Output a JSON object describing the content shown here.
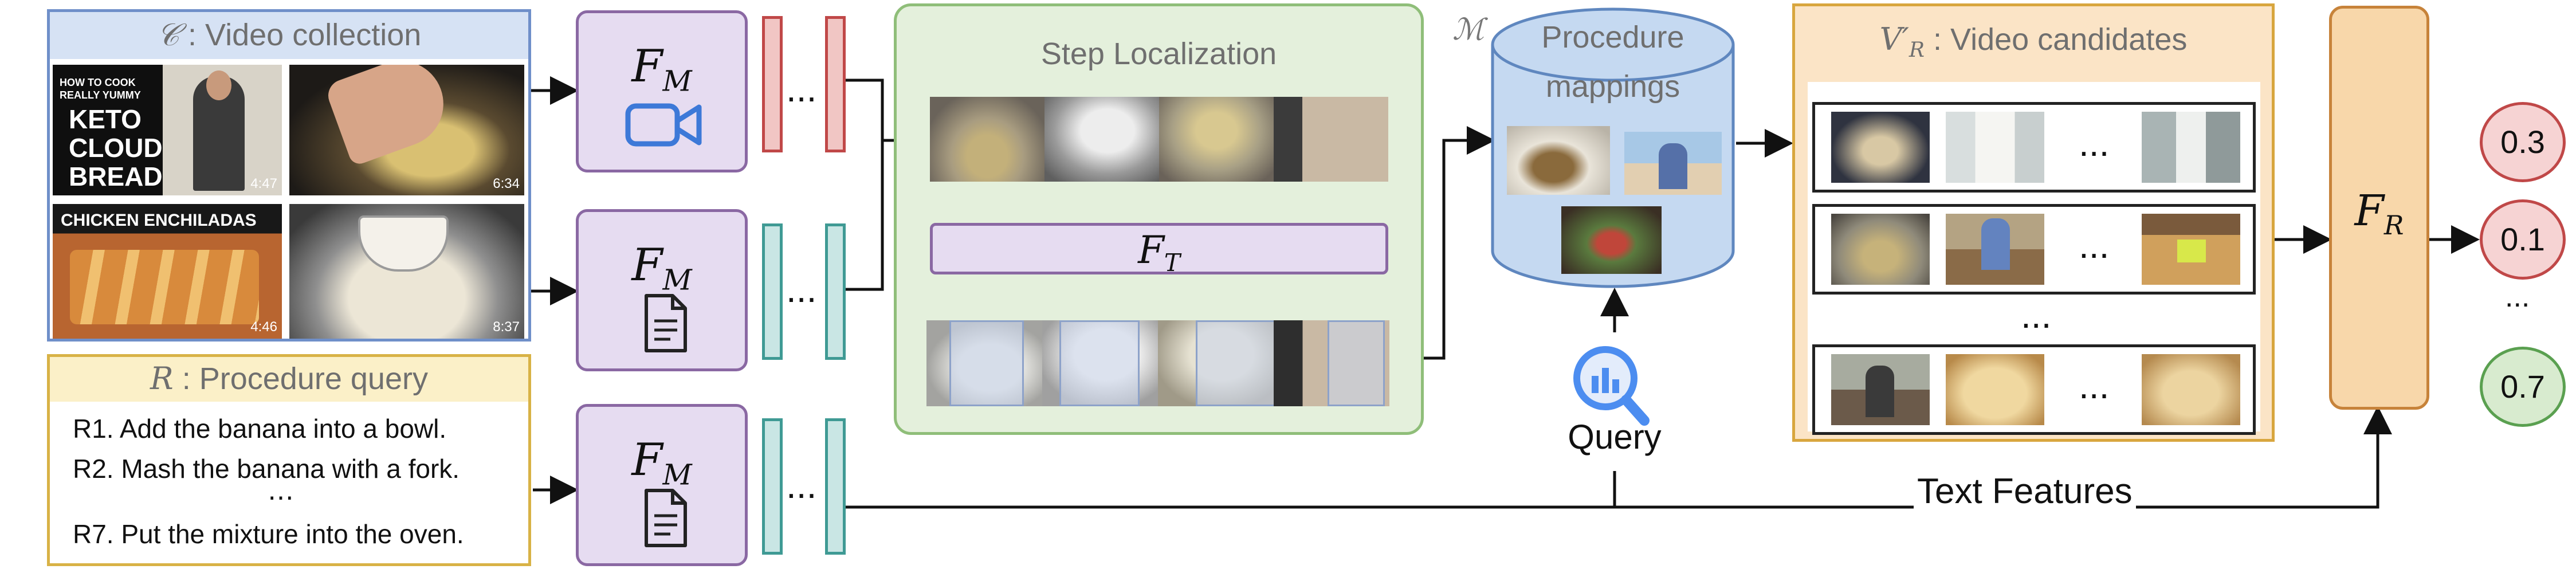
{
  "video_collection": {
    "symbol": "𝒞",
    "label": " :  Video collection",
    "thumbnails": [
      {
        "lines": [
          "HOW TO COOK",
          "REALLY YUMMY"
        ],
        "big_lines": [
          "KETO",
          "CLOUD",
          "BREAD"
        ],
        "time": "4:47"
      },
      {
        "time": "6:34"
      },
      {
        "caption": "CHICKEN ENCHILADAS",
        "time": "4:46"
      },
      {
        "time": "8:37"
      }
    ]
  },
  "procedure_query": {
    "symbol": "R",
    "label": " :  Procedure query",
    "steps": [
      "R1. Add the banana into a bowl.",
      "R2. Mash the banana with a fork.",
      "⋯",
      "R7. Put the mixture into the oven."
    ]
  },
  "encoders": {
    "fm_symbol": "F",
    "fm_sub": "M",
    "ft_symbol": "F",
    "ft_sub": "T",
    "fr_symbol": "F",
    "fr_sub": "R",
    "ellipsis": "..."
  },
  "step_localization": {
    "title": "Step Localization"
  },
  "procedure_mappings": {
    "symbol": "ℳ",
    "title_line1": "Procedure",
    "title_line2": "mappings"
  },
  "query_label": "Query",
  "video_candidates": {
    "symbol": "V′",
    "sub": "R",
    "label": " :  Video candidates",
    "ellipsis": "...",
    "vdots": "..."
  },
  "text_features_label": "Text Features",
  "scores": [
    "0.3",
    "0.1",
    "...",
    "0.7"
  ],
  "colors": {
    "collection_border": "#6f8fc9",
    "query_border": "#d8b246",
    "encoder_fill": "#e6dcf1",
    "step_fill": "#e4f0dc",
    "cylinder_fill": "#c5d9f1",
    "candidates_fill": "#fbe4c6",
    "fr_fill": "#f8d7aa"
  }
}
